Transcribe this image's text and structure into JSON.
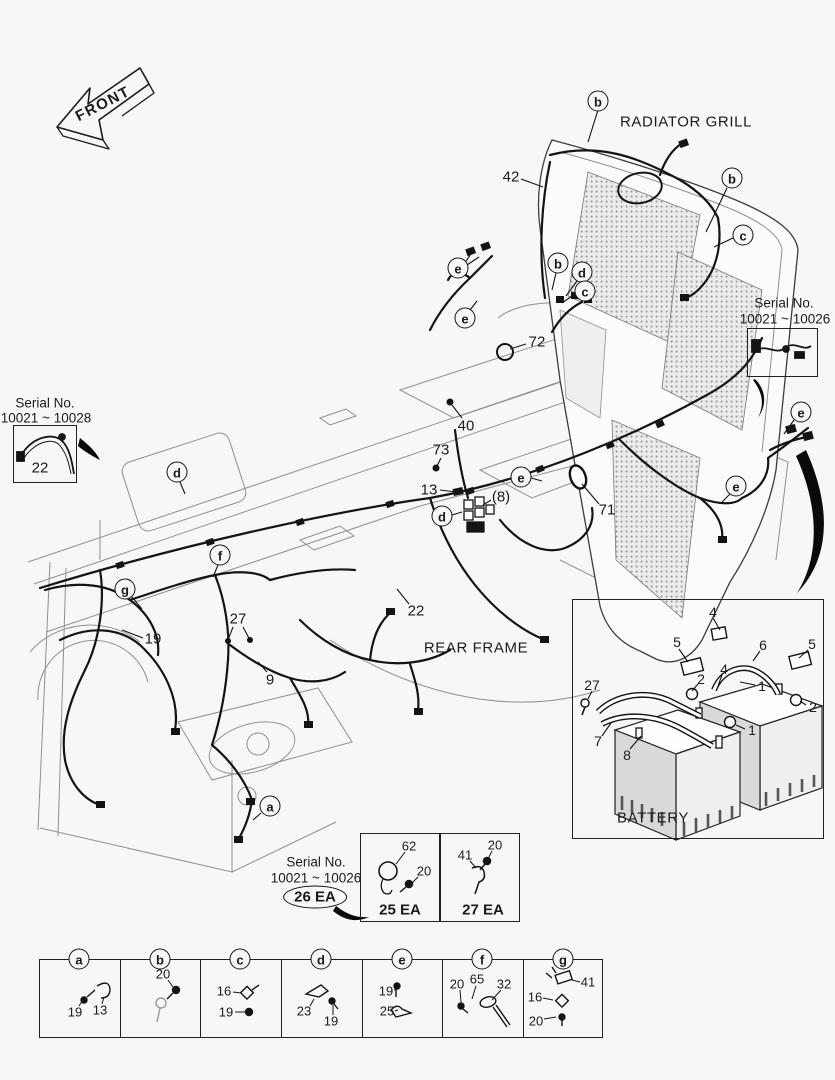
{
  "colors": {
    "ink": "#1b1b1b",
    "frame_line": "#8f8f8f",
    "mesh_dot": "#9c9c9c",
    "background": "#f7f7f7"
  },
  "diagram": {
    "front_arrow": "FRONT",
    "radiator_grill_label": "RADIATOR GRILL",
    "rear_frame_label": "REAR FRAME",
    "part_labels": [
      {
        "text": "42"
      },
      {
        "text": "72"
      },
      {
        "text": "40"
      },
      {
        "text": "73"
      },
      {
        "text": "13"
      },
      {
        "text": "(8)"
      },
      {
        "text": "71"
      },
      {
        "text": "22"
      },
      {
        "text": "19"
      },
      {
        "text": "27"
      },
      {
        "text": "9"
      }
    ],
    "callouts": [
      {
        "letter": "b"
      },
      {
        "letter": "b"
      },
      {
        "letter": "c"
      },
      {
        "letter": "b"
      },
      {
        "letter": "d"
      },
      {
        "letter": "c"
      },
      {
        "letter": "e"
      },
      {
        "letter": "e"
      },
      {
        "letter": "e"
      },
      {
        "letter": "d"
      },
      {
        "letter": "d"
      },
      {
        "letter": "f"
      },
      {
        "letter": "g"
      },
      {
        "letter": "a"
      },
      {
        "letter": "e"
      },
      {
        "letter": "e"
      }
    ]
  },
  "serial_note_left": {
    "title": "Serial No.",
    "range": "10021 ~ 10028",
    "part": "22"
  },
  "serial_note_right": {
    "title": "Serial No.",
    "range": "10021 ~ 10026"
  },
  "serial_note_bottom": {
    "title": "Serial No.",
    "range": "10021 ~ 10026",
    "badge": "26 EA"
  },
  "battery_inset": {
    "caption": "BATTERY",
    "labels": [
      {
        "text": "4"
      },
      {
        "text": "5"
      },
      {
        "text": "6"
      },
      {
        "text": "5"
      },
      {
        "text": "27"
      },
      {
        "text": "2"
      },
      {
        "text": "4"
      },
      {
        "text": "1"
      },
      {
        "text": "2"
      },
      {
        "text": "7"
      },
      {
        "text": "8"
      },
      {
        "text": "1"
      }
    ]
  },
  "ea_boxes": [
    {
      "caption": "25 EA",
      "labels": [
        {
          "text": "62"
        },
        {
          "text": "20"
        }
      ]
    },
    {
      "caption": "27 EA",
      "labels": [
        {
          "text": "41"
        },
        {
          "text": "20"
        }
      ]
    }
  ],
  "legend": {
    "cells": [
      {
        "letter": "a",
        "parts": [
          {
            "text": "19"
          },
          {
            "text": "13"
          }
        ]
      },
      {
        "letter": "b",
        "parts": [
          {
            "text": "20"
          }
        ]
      },
      {
        "letter": "c",
        "parts": [
          {
            "text": "16"
          },
          {
            "text": "19"
          }
        ]
      },
      {
        "letter": "d",
        "parts": [
          {
            "text": "23"
          },
          {
            "text": "19"
          }
        ]
      },
      {
        "letter": "e",
        "parts": [
          {
            "text": "19"
          },
          {
            "text": "25"
          }
        ]
      },
      {
        "letter": "f",
        "parts": [
          {
            "text": "20"
          },
          {
            "text": "65"
          },
          {
            "text": "32"
          }
        ]
      },
      {
        "letter": "g",
        "parts": [
          {
            "text": "41"
          },
          {
            "text": "16"
          },
          {
            "text": "20"
          }
        ]
      }
    ]
  }
}
